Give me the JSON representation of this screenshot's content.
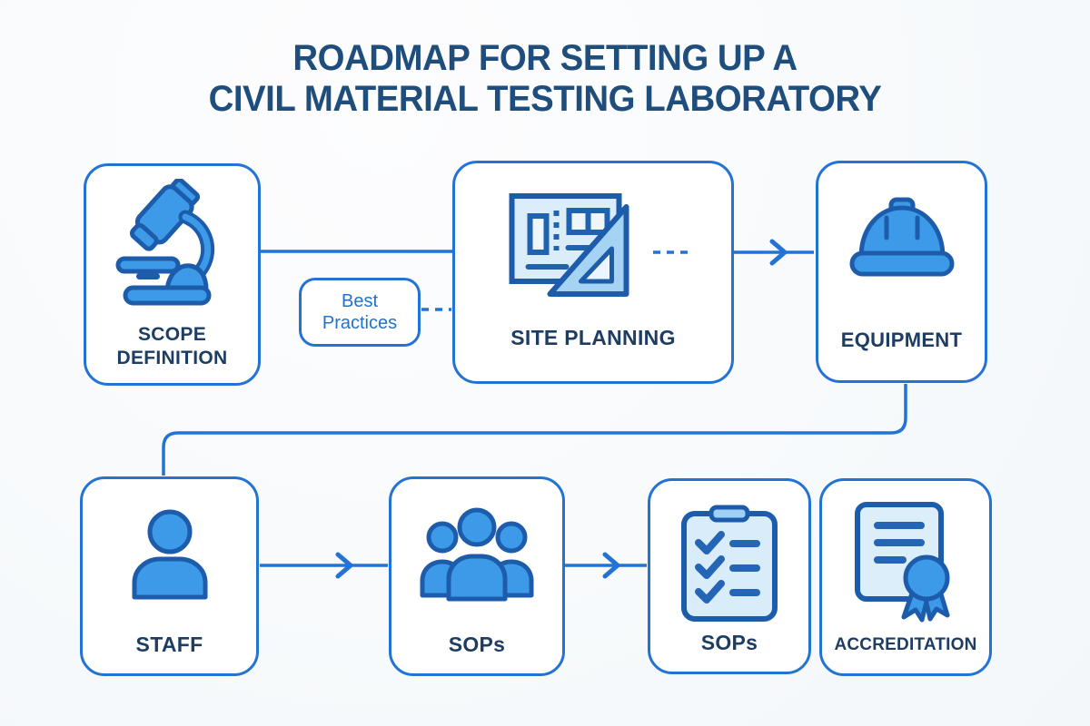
{
  "title": {
    "line1": "ROADMAP FOR SETTING UP A",
    "line2": "CIVIL MATERIAL TESTING LABORATORY"
  },
  "annotation": {
    "label": "Best\nPractices"
  },
  "nodes": {
    "scope": {
      "label": "SCOPE\nDEFINITION",
      "icon": "microscope-icon"
    },
    "site": {
      "label": "SITE PLANNING",
      "icon": "blueprint-icon"
    },
    "equipment": {
      "label": "EQUIPMENT",
      "icon": "hard-hat-icon"
    },
    "staff": {
      "label": "STAFF",
      "icon": "person-icon"
    },
    "sops_people": {
      "label": "SOPs",
      "icon": "team-icon"
    },
    "sops_checklist": {
      "label": "SOPs",
      "icon": "checklist-icon"
    },
    "accreditation": {
      "label": "ACCREDITATION",
      "icon": "certificate-icon"
    }
  },
  "colors": {
    "background": "#f8fafc",
    "box_border": "#2273d4",
    "connector": "#2273d4",
    "icon_fill": "#3d9ae8",
    "icon_light_fill": "#dcedfa",
    "icon_outline": "#1d5cab",
    "detail_blue": "#2465b5",
    "title_text": "#1f4e7d",
    "label_text": "#1e3d63",
    "annotation_text": "#2272cc"
  }
}
